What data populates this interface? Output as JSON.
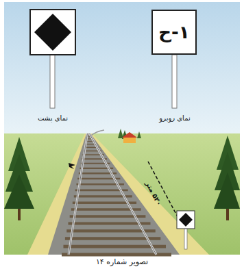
{
  "diagram": {
    "caption": "تصویر شماره ۱۴",
    "nodes": [
      {
        "text": [
          "ح-۱"
        ]
      }
    ],
    "labels": [
      "نمای پشت",
      "نمای روبرو",
      "۵۲۰ متر"
    ]
  }
}
